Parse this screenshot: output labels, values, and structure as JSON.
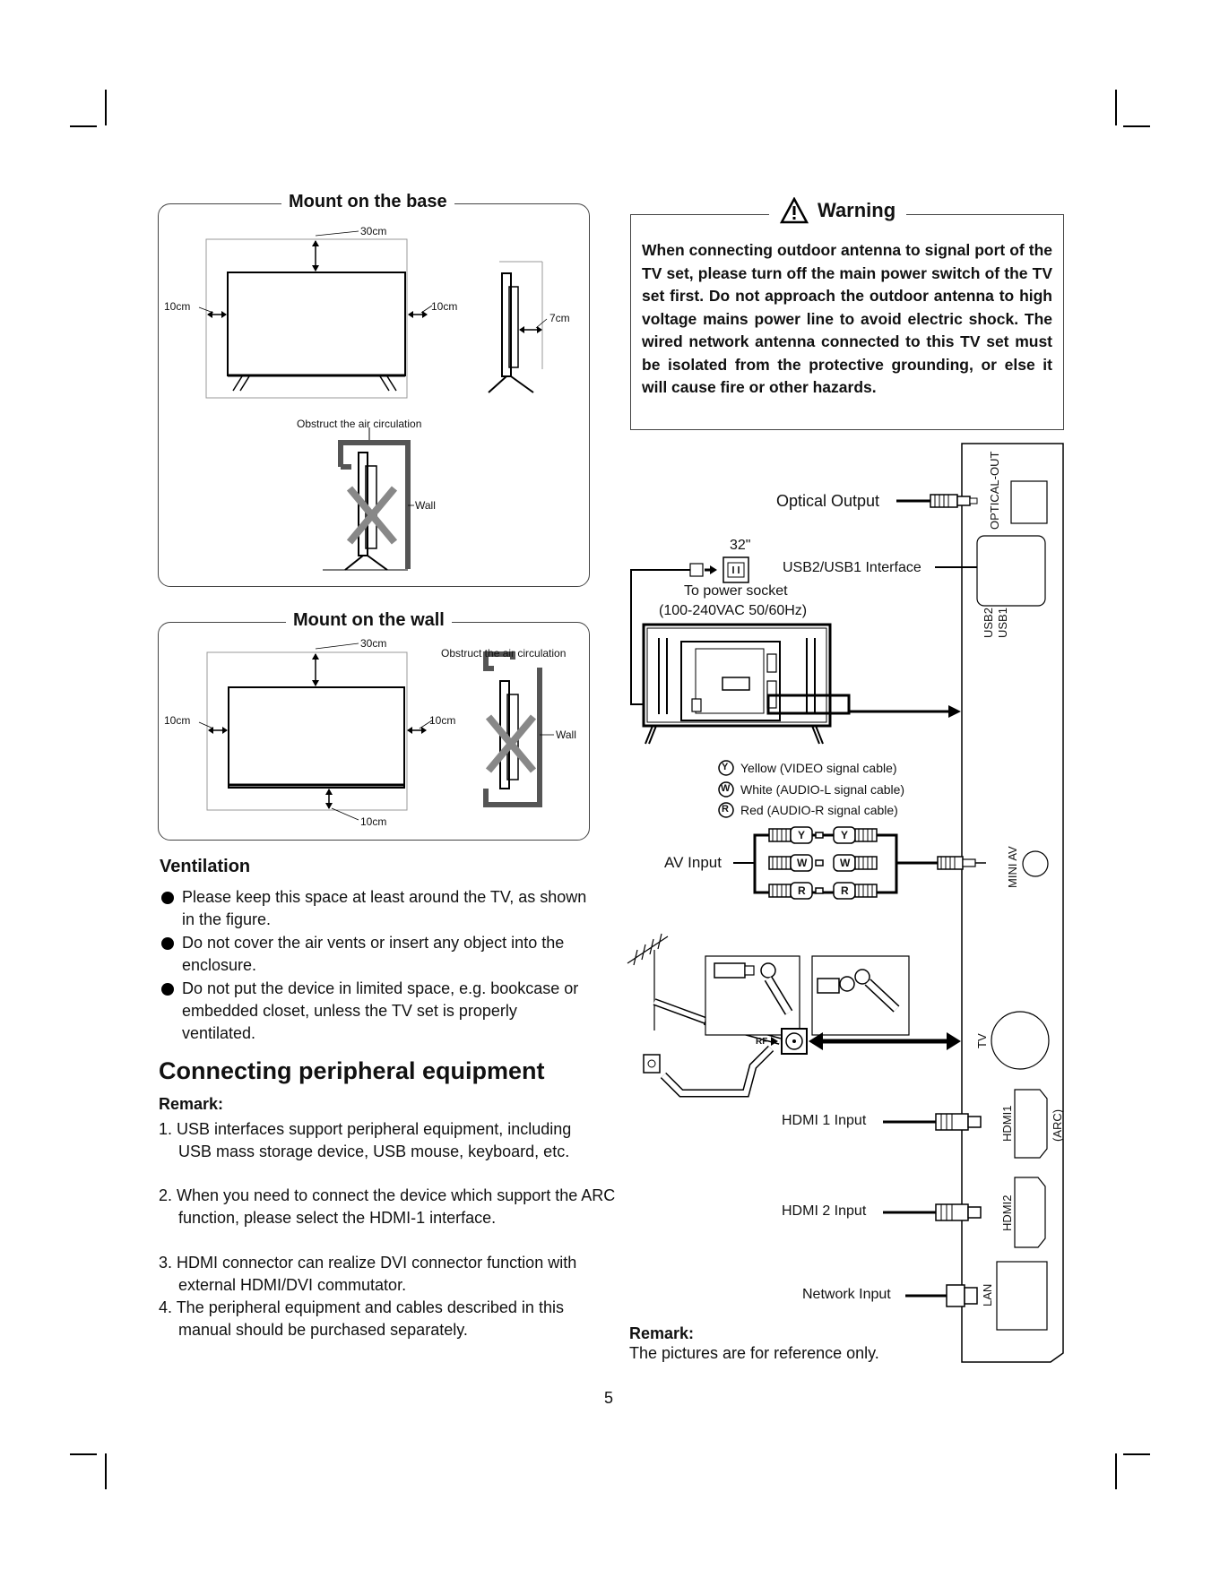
{
  "mount_base": {
    "title": "Mount on the base",
    "dim_top": "30cm",
    "dim_left": "10cm",
    "dim_right": "10cm",
    "dim_side": "7cm",
    "obstruct": "Obstruct the air circulation",
    "wall": "Wall"
  },
  "mount_wall": {
    "title": "Mount on the wall",
    "dim_top": "30cm",
    "dim_left": "10cm",
    "dim_right": "10cm",
    "dim_bottom": "10cm",
    "obstruct": "Obstruct the air circulation",
    "wall": "Wall"
  },
  "ventilation": {
    "heading": "Ventilation",
    "bullets": [
      "Please keep this space at least around the TV, as shown in the figure.",
      "Do not cover the air vents or insert any object into the enclosure.",
      "Do not put the device in limited space, e.g. bookcase or embedded closet, unless the TV set is properly ventilated."
    ]
  },
  "peripheral": {
    "heading": "Connecting peripheral equipment",
    "remark_label": "Remark:",
    "items": [
      "1. USB interfaces support peripheral equipment, including USB mass storage device, USB mouse, keyboard, etc.",
      "2. When you need to connect the device which support the ARC function, please select the HDMI-1 interface.",
      "3. HDMI connector can realize DVI connector function with external HDMI/DVI commutator.",
      "4. The peripheral equipment and cables described in this manual should be purchased separately."
    ]
  },
  "warning": {
    "title": "Warning",
    "text": "When connecting outdoor antenna to signal port of the TV set, please turn off the main power switch of the TV set first. Do not approach the outdoor antenna to high voltage mains power line to avoid electric shock. The wired network antenna connected to this TV set must be isolated from the protective grounding, or else it will cause fire or other hazards."
  },
  "connections": {
    "optical_output": "Optical Output",
    "optical_port": "OPTICAL-OUT",
    "size": "32\"",
    "usb_interface": "USB2/USB1 Interface",
    "usb_port_2": "USB2",
    "usb_port_1": "USB1",
    "power_socket": "To power socket",
    "power_spec": "(100-240VAC 50/60Hz)",
    "yellow": "Yellow (VIDEO signal cable)",
    "white": "White (AUDIO-L signal cable)",
    "red": "Red (AUDIO-R signal cable)",
    "yellow_mark": "Y",
    "white_mark": "W",
    "red_mark": "R",
    "av_input": "AV Input",
    "mini_av_port": "MINI AV",
    "rf_label": "RF",
    "tv_port": "TV",
    "hdmi1_input": "HDMI 1 Input",
    "hdmi1_port": "HDMI1",
    "arc_port": "(ARC)",
    "hdmi2_input": "HDMI 2 Input",
    "hdmi2_port": "HDMI2",
    "network_input": "Network Input",
    "lan_port": "LAN"
  },
  "remark_bottom": {
    "label": "Remark:",
    "text": "The pictures are for reference only."
  },
  "page_number": "5"
}
